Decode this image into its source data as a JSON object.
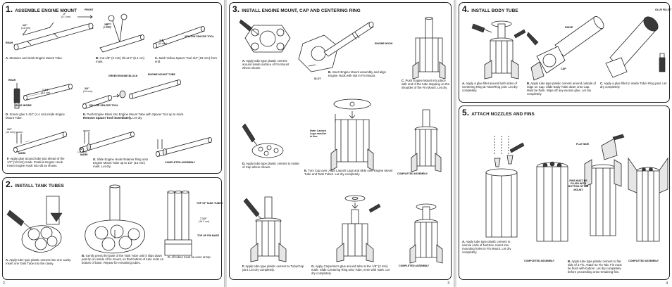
{
  "section1": {
    "num": "1.",
    "title": "ASSEMBLE ENGINE MOUNT",
    "steps": {
      "a": {
        "letter": "A.",
        "text": "Measure and mark Engine Mount Tube."
      },
      "b": {
        "letter": "B.",
        "text": "Cut 1/8\" (3 mm) slit at 2\" (5.1 cm) mark."
      },
      "c": {
        "letter": "C.",
        "text": "Mark Yellow Spacer Tool 3/4\" (19 mm) from end."
      },
      "d": {
        "letter": "D.",
        "text": "Smear glue 1-3/4\" (4.4 cm) inside Engine Mount Tube."
      },
      "e": {
        "letter": "E.",
        "text": "Push Engine Block into Engine Mount Tube with Spacer Tool up to mark.",
        "bold": "Remove Spacer Tool immediately.",
        "tail": " Let dry."
      },
      "f": {
        "letter": "F.",
        "text": "Apply glue around tube just ahead of the 1/2\" (13 mm) mark. Position Engine Hook. Insert Engine Hook into slit as shown."
      },
      "g": {
        "letter": "G.",
        "text": "Slide Engine Hook Retainer Ring onto Engine Mount Tube up to 1/2\" (13 mm) mark. Let dry."
      }
    },
    "labels": {
      "rear": "REAR",
      "front": "FRONT",
      "m1": "1/2\"",
      "m1cm": "(13 mm)",
      "m2": "2\"",
      "m2cm": "(5.1 cm)",
      "m3": "1/8\"",
      "m3cm": "(3 mm)",
      "spacer": "YELLOW SPACER TOOL",
      "m4": "3/4\"",
      "m4cm": "(19 mm)",
      "rear2": "REAR",
      "m5": "1 3/4\"",
      "m5cm": "(4.4 cm)",
      "blue": "BLUE INSIDE",
      "green": "GREEN ENGINE BLOCK",
      "emt": "ENGINE MOUNT TUBE",
      "m6": "3/4\"",
      "m6cm": "(19 mm)",
      "spacer2": "YELLOW SPACER TOOL",
      "m7": "1/2\"",
      "m7cm": "(13 mm)",
      "mark": "MARK",
      "m8": "1/2\"",
      "m8cm": "(13 mm)",
      "mark2": "MARK",
      "completed": "COMPLETED ASSEMBLY"
    }
  },
  "section2": {
    "num": "2.",
    "title": "INSTALL TANK TUBES",
    "steps": {
      "a": {
        "letter": "A.",
        "text": "Apply tube type plastic cement into one cavity. Insert one Tank Tube into the cavity."
      },
      "b": {
        "letter": "B.",
        "text": "Gently press the base of the Tank Tube until it slips down past lip on inside of fin mount, so that bottom of tube rests on bottom of base. Repeat for remaining tubes."
      },
      "c": {
        "letter": "C.",
        "text": "All tubes must be even at top."
      }
    },
    "labels": {
      "top": "TOP OF TANK TUBES",
      "m1": "7 1/2\"",
      "m1cm": "(19.1 cm)",
      "topfm": "TOP OF FIN BASE"
    }
  },
  "section3": {
    "num": "3.",
    "title": "INSTALL ENGINE MOUNT, CAP AND CENTERING RING",
    "steps": {
      "a": {
        "letter": "A.",
        "text": "Apply tube type plastic cement around inside surface of Fin Mount where shown."
      },
      "b": {
        "letter": "B.",
        "text": "Insert Engine Mount assembly and align Engine Hook with slot in Fin Mount."
      },
      "c": {
        "letter": "C.",
        "text": "Push Engine Mount into place with end of the tube stopping on the shoulder of the Fin Mount. Let dry."
      },
      "d": {
        "letter": "D.",
        "text": "Apply tube type plastic cement to inside of Cap where shown."
      },
      "e": {
        "letter": "E.",
        "text": "Turn Cap over. Align Launch Lugs and slide over Engine Mount Tube and Tank Tubes. Let dry completely."
      },
      "f": {
        "letter": "F.",
        "text": "Apply tube type plastic cement to Tube/Cap joint. Let dry completely."
      },
      "g": {
        "letter": "G.",
        "text": "Apply Carpenter's glue around tube at the 1/8\" (3 mm) mark. Slide Centering Ring onto Tube, even with mark. Let dry completely."
      }
    },
    "labels": {
      "hook": "ENGINE HOOK",
      "slot": "SLOT",
      "note": "Note: Launch Lugs must be in line.",
      "completed1": "COMPLETED ASSEMBLY",
      "completed2": "COMPLETED ASSEMBLY"
    }
  },
  "section4": {
    "num": "4.",
    "title": "INSTALL BODY TUBE",
    "steps": {
      "a": {
        "letter": "A.",
        "text": "Apply a glue fillet around both sides of Centering Ring at Tube/Ring joint. Let dry completely."
      },
      "b": {
        "letter": "B.",
        "text": "Apply tube type plastic cement around outside of ridge on Cap. Slide Body Tube down onto Cap. Must be flush. Wipe off any excess glue. Let dry completely."
      },
      "c": {
        "letter": "C.",
        "text": "Apply a glue fillet to inside Tube/ Ring joint. Let dry completely."
      }
    },
    "labels": {
      "ridge": "RIDGE",
      "cap": "CAP",
      "fillet": "GLUE FILLET"
    }
  },
  "section5": {
    "num": "5.",
    "title": "ATTACH NOZZLES AND FINS",
    "steps": {
      "a": {
        "letter": "A.",
        "text": "Apply tube type plastic cement to narrow ends of Nozzles. Insert into mounting holes in Fin Mount. Let dry completely."
      },
      "b": {
        "letter": "B.",
        "text": "Apply tube type plastic cement to flat side of a Fin. Attach to Fin Tab. Fin must be flush with bottom. Let dry completely before proceeding onto remaining fins."
      }
    },
    "labels": {
      "flat": "FLAT SIDE",
      "flush": "FINS MUST BE FLUSH WITH BOTTOM OF FIN MOUNT",
      "completed1": "COMPLETED ASSEMBLY",
      "completed2": "COMPLETED ASSEMBLY"
    }
  },
  "pages": {
    "left": "2",
    "middle": "3",
    "right": "4"
  }
}
